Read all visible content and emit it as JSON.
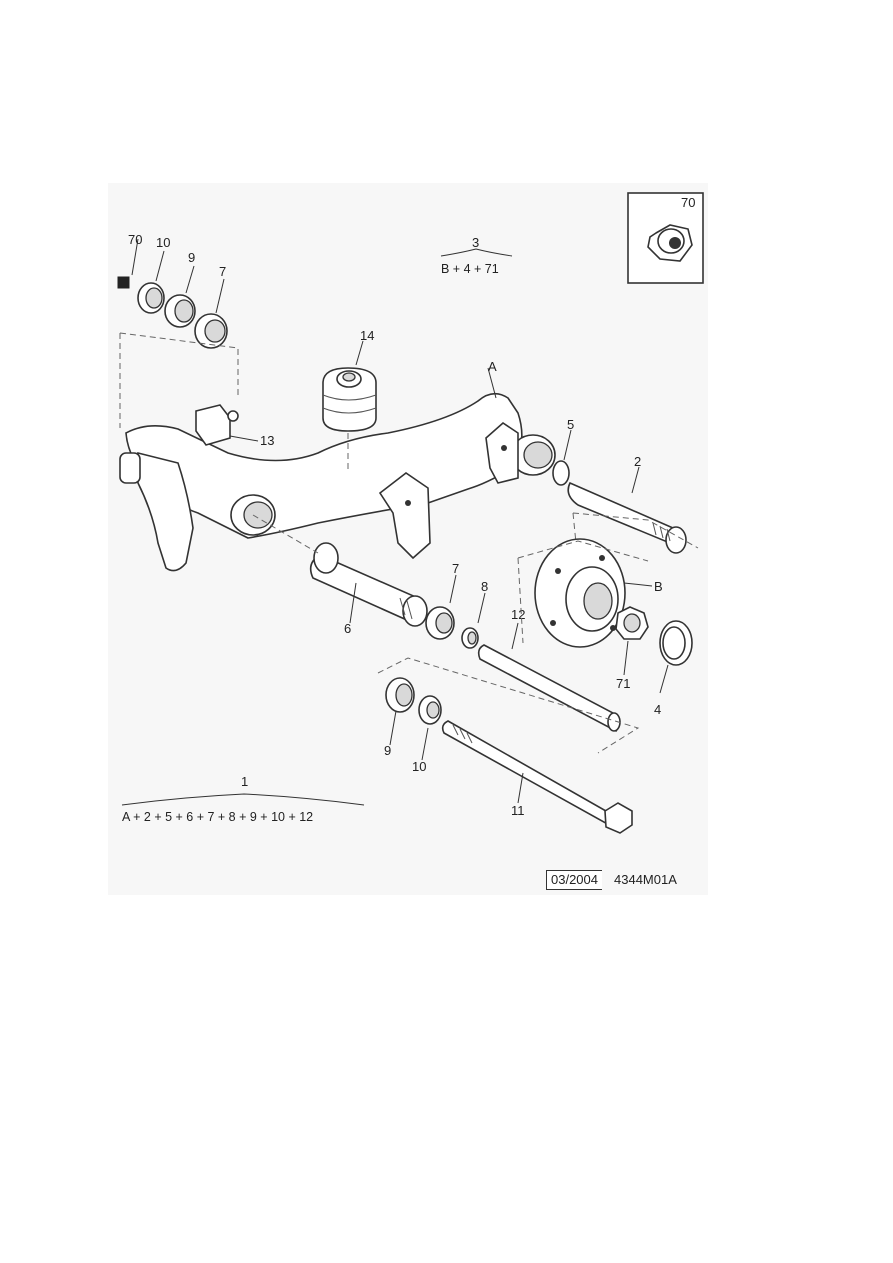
{
  "diagram": {
    "callouts": {
      "c70_top": "70",
      "c10_top": "10",
      "c9_top": "9",
      "c7_top": "7",
      "c14": "14",
      "cA": "A",
      "c5": "5",
      "c2": "2",
      "c13": "13",
      "c6": "6",
      "c7_mid": "7",
      "c8": "8",
      "c12": "12",
      "cB": "B",
      "c71": "71",
      "c4": "4",
      "c9_bottom": "9",
      "c10_bottom": "10",
      "c11": "11",
      "c70_inset": "70"
    },
    "kit_3": {
      "number": "3",
      "formula": "B + 4 + 71"
    },
    "kit_1": {
      "number": "1",
      "formula": "A + 2 + 5 + 6 + 7 + 8 + 9 + 10 + 12"
    },
    "footer": {
      "date": "03/2004",
      "code": "4344M01A"
    }
  }
}
